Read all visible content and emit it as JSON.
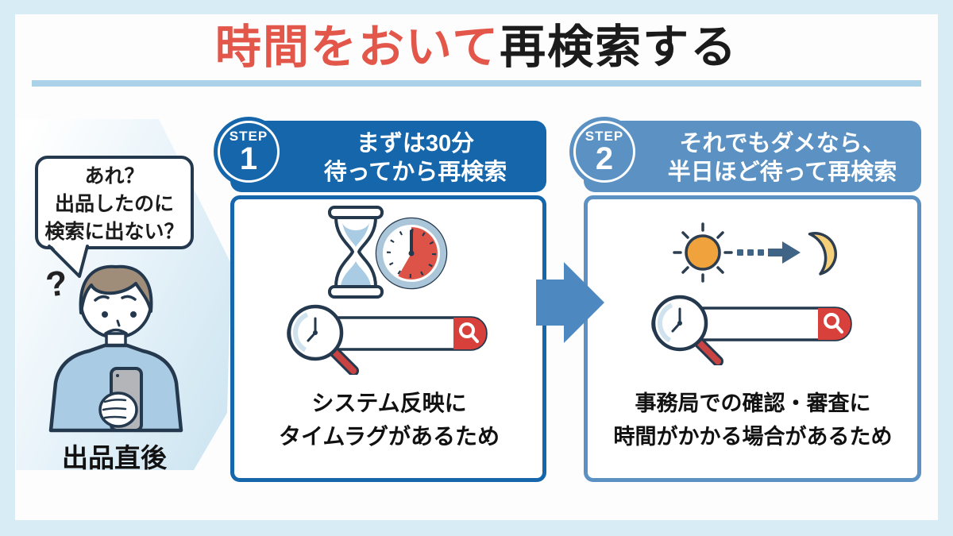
{
  "title": {
    "red": "時間をおいて",
    "black": "再検索する"
  },
  "left": {
    "bubble_lines": [
      "あれ？",
      "出品したのに",
      "検索に出ない？"
    ],
    "question_mark": "?",
    "caption": "出品直後"
  },
  "steps": [
    {
      "badge_label": "STEP",
      "badge_number": "1",
      "title_lines": [
        "まずは30分",
        "待ってから再検索"
      ],
      "reason_lines": [
        "システム反映に",
        "タイムラグがあるため"
      ]
    },
    {
      "badge_label": "STEP",
      "badge_number": "2",
      "title_lines": [
        "それでもダメなら、",
        "半日ほど待って再検索"
      ],
      "reason_lines": [
        "事務局での確認・審査に",
        "時間がかかる場合があるため"
      ]
    }
  ],
  "icons": {
    "left": [
      "speech-bubble",
      "question-mark",
      "person-with-smartphone-icon"
    ],
    "step1": [
      "hourglass-icon",
      "clock-icon",
      "magnifier-search-bar-icon"
    ],
    "step2": [
      "sun-icon",
      "dashed-arrow-icon",
      "moon-icon",
      "magnifier-search-bar-icon"
    ],
    "between": [
      "flow-right-arrow-icon"
    ]
  },
  "colors": {
    "accent_red": "#e2574a",
    "step1_blue": "#1566ab",
    "step2_blue": "#5c92c3",
    "flow_arrow_blue": "#4d89c0",
    "background_blue": "#d8ecf6",
    "underline_blue": "#abd2e8",
    "search_button_red": "#d8413b",
    "sun_orange": "#f0a23c",
    "moon_yellow": "#f5d078"
  }
}
